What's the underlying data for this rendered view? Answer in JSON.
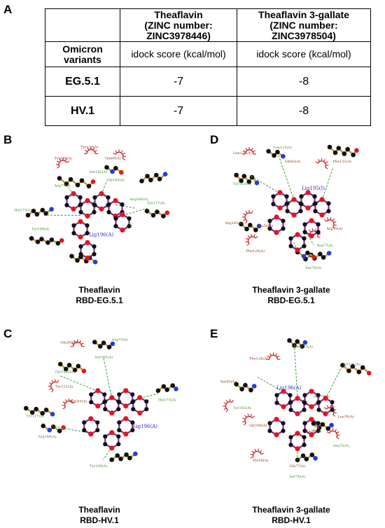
{
  "panels": {
    "a": "A",
    "b": "B",
    "c": "C",
    "d": "D",
    "e": "E"
  },
  "table": {
    "col1": [
      "Theaflavin",
      "(ZINC number:",
      "ZINC3978446)"
    ],
    "col2": [
      "Theaflavin 3-gallate",
      "(ZINC number:",
      "ZINC3978504)"
    ],
    "variant_header": [
      "Omicron",
      "variants"
    ],
    "score_header_1": "idock score (kcal/mol)",
    "score_header_2": "idock score (kcal/mol)",
    "rows": [
      {
        "variant": "EG.5.1",
        "theaflavin": "-7",
        "tf3g": "-8"
      },
      {
        "variant": "HV.1",
        "theaflavin": "-7",
        "tf3g": "-8"
      }
    ]
  },
  "diagrams": {
    "b": {
      "ligand_label": "Lig196(A)",
      "residues": [
        "Tyr123(A)",
        "Tyr160(A)",
        "Gln60(A)",
        "Arg73(A)",
        "Ser162(A)",
        "Gly164(A)",
        "His173(A)",
        "Arg166(A)",
        "Tyr117(A)",
        "Tyr169(A)"
      ],
      "caption": [
        "Theaflavin",
        "RBD-EG.5.1"
      ]
    },
    "d": {
      "ligand_label": "Lig195(I)",
      "residues": [
        "Leu124(A)",
        "Leu123(A)",
        "Gln62(A)",
        "Phe121(A)",
        "Tyr163(A)",
        "Arg161(A)",
        "Glu58(A)",
        "Arg73(A)",
        "Phe124(A)",
        "Ser76(A)",
        "Arg77(A)"
      ],
      "caption": [
        "Theaflavin 3-gallate",
        "RBD-EG.5.1"
      ]
    },
    "c": {
      "ligand_label": "Lig196(A)",
      "residues": [
        "Gln203(A)",
        "Arg73(A)",
        "Ser162(A)",
        "Gly164(A)",
        "Tyr121(A)",
        "Tyr163(A)",
        "His173(A)",
        "Tyr117(A)",
        "Arg166(A)",
        "Tyr169(A)"
      ],
      "caption": [
        "Theaflavin",
        "RBD-HV.1"
      ]
    },
    "e": {
      "ligand_label": "Lig196(A)",
      "residues": [
        "Leu123(A)",
        "Phe124(A)",
        "Tyr121(A)",
        "Arg73(A)",
        "Ser83(A)",
        "Tyr163(A)",
        "Gly166(A)",
        "Leu76(A)",
        "Glu58(A)",
        "Asn75(A)",
        "Thr58(A)",
        "Gln77(A)",
        "Ser76(A)"
      ],
      "caption": [
        "Theaflavin 3-gallate",
        "RBD-HV.1"
      ]
    }
  }
}
